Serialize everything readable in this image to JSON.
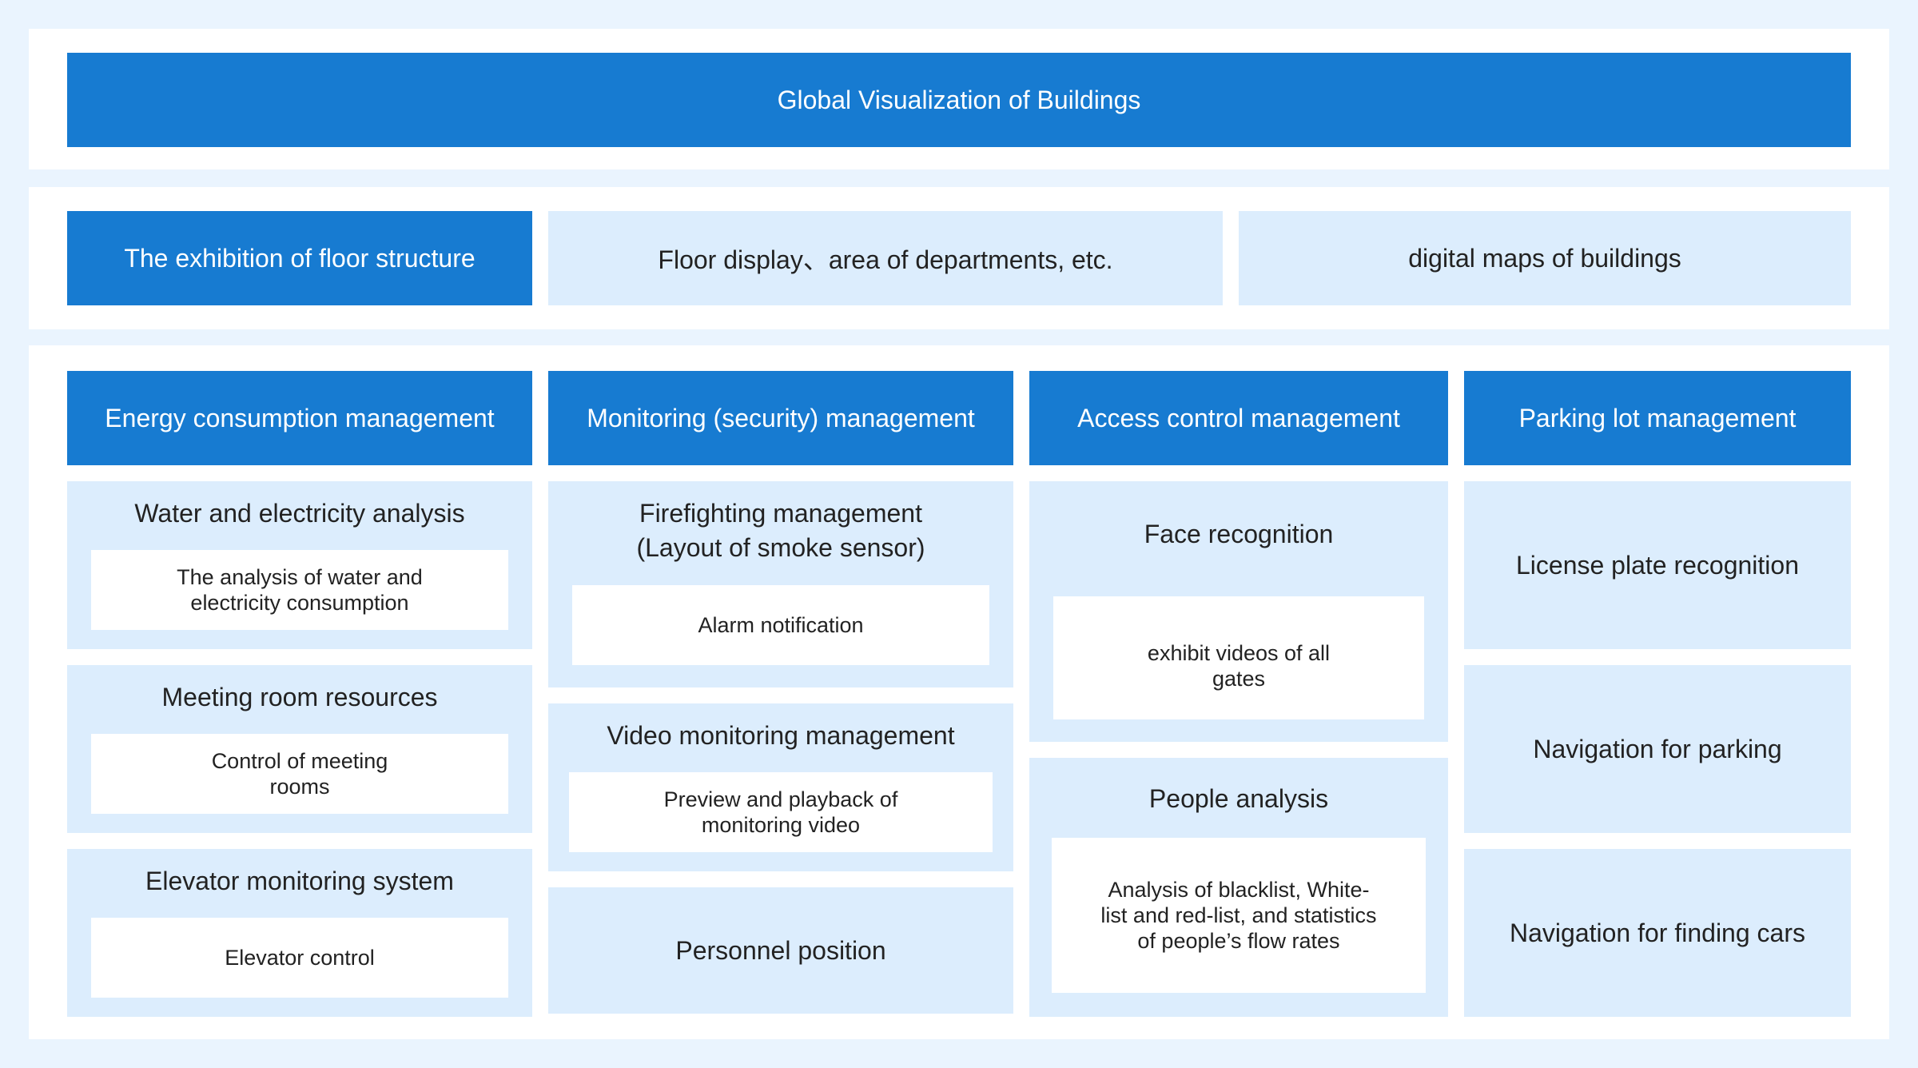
{
  "title": "Global Visualization of Buildings",
  "floor_row": {
    "head": "The exhibition of floor structure",
    "item1": "Floor display、area of departments, etc.",
    "item2": "digital maps of buildings"
  },
  "columns": {
    "energy": {
      "head": "Energy consumption management",
      "c1_title": "Water and electricity analysis",
      "c1_detail": "The analysis of water and\nelectricity consumption",
      "c2_title": "Meeting room resources",
      "c2_detail": "Control of meeting\nrooms",
      "c3_title": "Elevator monitoring system",
      "c3_detail": "Elevator control"
    },
    "monitoring": {
      "head": "Monitoring (security) management",
      "c1_title": "Firefighting management\n(Layout of smoke sensor)",
      "c1_detail": "Alarm notification",
      "c2_title": "Video monitoring management",
      "c2_detail": "Preview and playback of\nmonitoring video",
      "c3_title": "Personnel position"
    },
    "access": {
      "head": "Access control management",
      "c1_title": "Face recognition",
      "c1_detail": "exhibit videos of all\ngates",
      "c2_title": "People analysis",
      "c2_detail": "Analysis of blacklist, White-\nlist and red-list, and statistics\nof people’s flow rates"
    },
    "parking": {
      "head": "Parking lot management",
      "c1_title": "License plate recognition",
      "c2_title": "Navigation for parking",
      "c3_title": "Navigation for finding cars"
    }
  },
  "colors": {
    "dark": "#177bd1",
    "light": "#dcedfd",
    "background": "#eaf4fe"
  }
}
